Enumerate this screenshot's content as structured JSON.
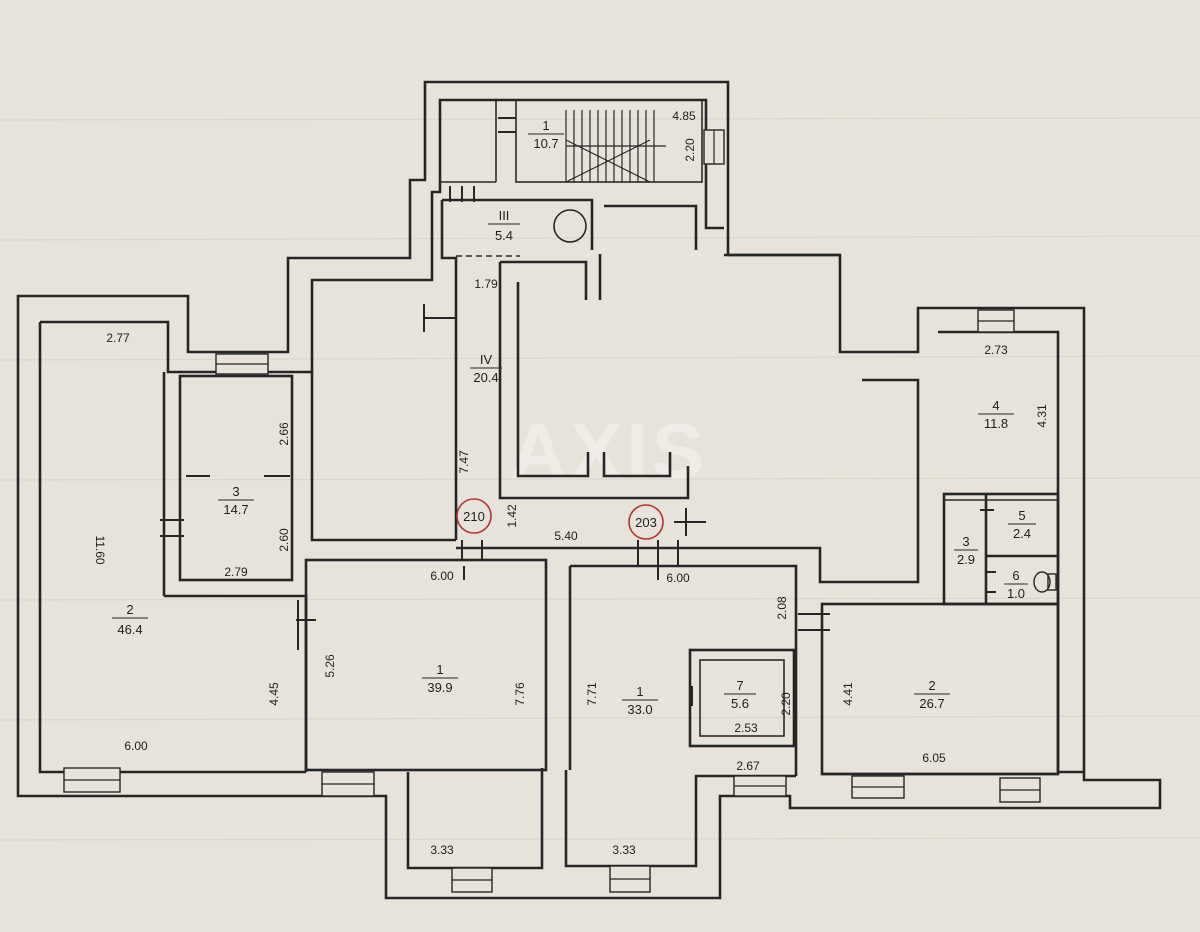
{
  "watermark": "AXIS",
  "stair_room": {
    "number": "1",
    "area": "10.7",
    "dim_length": "4.85",
    "dim_width": "2.20"
  },
  "rooms_center": [
    {
      "number": "III",
      "area": "5.4"
    },
    {
      "number": "IV",
      "area": "20.4"
    }
  ],
  "apt210": {
    "label": "210",
    "rooms": [
      {
        "number": "2",
        "area": "46.4"
      },
      {
        "number": "3",
        "area": "14.7"
      },
      {
        "number": "1",
        "area": "39.9"
      }
    ]
  },
  "apt203": {
    "label": "203",
    "rooms": [
      {
        "number": "1",
        "area": "33.0"
      },
      {
        "number": "7",
        "area": "5.6"
      },
      {
        "number": "2",
        "area": "26.7"
      },
      {
        "number": "4",
        "area": "11.8"
      },
      {
        "number": "3",
        "area": "2.9"
      },
      {
        "number": "5",
        "area": "2.4"
      },
      {
        "number": "6",
        "area": "1.0"
      }
    ]
  },
  "dimensions": {
    "d277": "2.77",
    "d1160": "11.60",
    "d600a": "6.00",
    "d266": "2.66",
    "d260": "2.60",
    "d279": "2.79",
    "d445": "4.45",
    "d179": "1.79",
    "d747": "7.47",
    "d142": "1.42",
    "d540": "5.40",
    "d600b": "6.00",
    "d526": "5.26",
    "d776": "7.76",
    "d333a": "3.33",
    "d600c": "6.00",
    "d771": "7.71",
    "d208": "2.08",
    "d220": "2.20",
    "d253": "2.53",
    "d267": "2.67",
    "d333b": "3.33",
    "d273": "2.73",
    "d431": "4.31",
    "d441": "4.41",
    "d605": "6.05"
  }
}
